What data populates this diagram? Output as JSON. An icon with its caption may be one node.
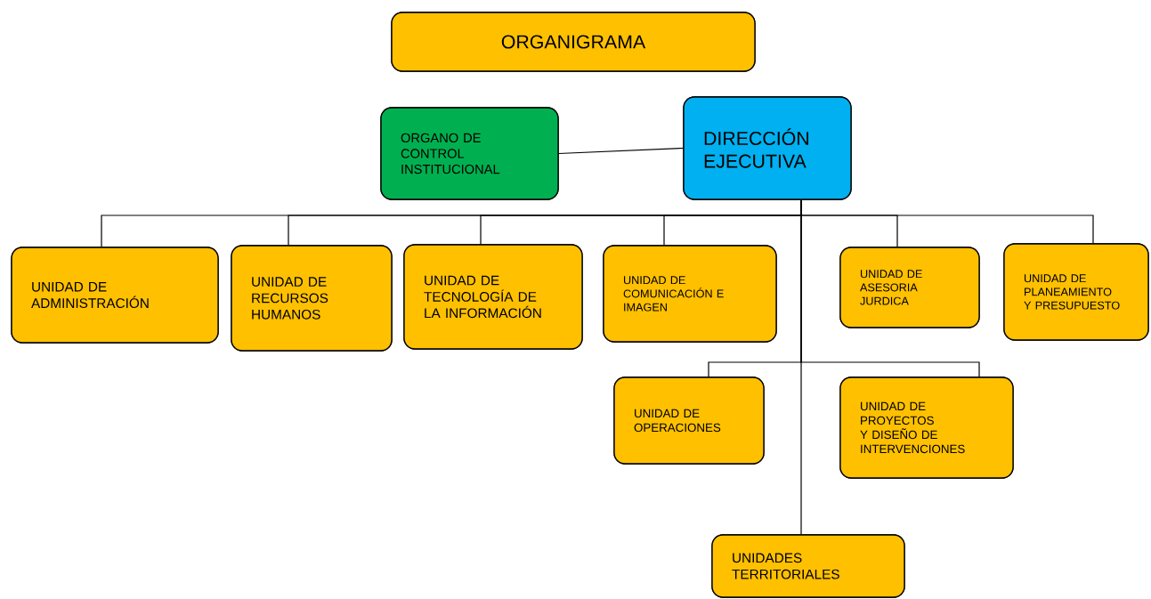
{
  "diagram": {
    "nodes": [
      {
        "text": [
          "ORGANIGRAMA"
        ]
      },
      {
        "text": [
          "ORGANO DE CONTROL INSTITUCIONAL"
        ]
      },
      {
        "text": [
          "DIRECCIÓN EJECUTIVA"
        ]
      },
      {
        "text": [
          "UNIDAD DE ADMINISTRACIÓN"
        ]
      },
      {
        "text": [
          "UNIDAD DE RECURSOS HUMANOS"
        ]
      },
      {
        "text": [
          "UNIDAD DE TECNOLOGÍA DE LA INFORMACIÓN"
        ]
      },
      {
        "text": [
          "UNIDAD DE COMUNICACIÓN E IMAGEN"
        ]
      },
      {
        "text": [
          "UNIDAD DE ASESORIA JURDICA"
        ]
      },
      {
        "text": [
          "UNIDAD DE PLANEAMIENTO Y PRESUPUESTO"
        ]
      },
      {
        "text": [
          "UNIDAD DE OPERACIONES"
        ]
      },
      {
        "text": [
          "UNIDAD DE PROYECTOS Y DISEÑO DE INTERVENCIONES"
        ]
      },
      {
        "text": [
          "UNIDADES TERRITORIALES"
        ]
      }
    ],
    "edges": [
      {
        "from": 2,
        "to": 1,
        "arrow": "none"
      },
      {
        "from": 2,
        "to": 3,
        "arrow": "none"
      },
      {
        "from": 2,
        "to": 4,
        "arrow": "none"
      },
      {
        "from": 2,
        "to": 5,
        "arrow": "none"
      },
      {
        "from": 2,
        "to": 6,
        "arrow": "none"
      },
      {
        "from": 2,
        "to": 7,
        "arrow": "none"
      },
      {
        "from": 2,
        "to": 8,
        "arrow": "none"
      },
      {
        "from": 2,
        "to": 9,
        "arrow": "none"
      },
      {
        "from": 2,
        "to": 10,
        "arrow": "none"
      },
      {
        "from": 2,
        "to": 11,
        "arrow": "none"
      }
    ]
  }
}
